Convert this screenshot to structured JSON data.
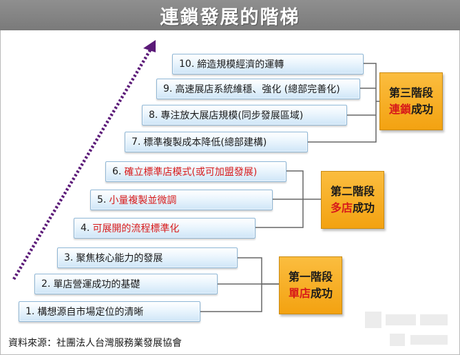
{
  "title": "連鎖發展的階梯",
  "steps": [
    {
      "num": "1.",
      "text": "構想源自市場定位的清晰",
      "color": "#1a1a1a"
    },
    {
      "num": "2.",
      "text": "單店營運成功的基礎",
      "color": "#1a1a1a"
    },
    {
      "num": "3.",
      "text": "聚焦核心能力的發展",
      "color": "#1a1a1a"
    },
    {
      "num": "4.",
      "text": "可展開的流程標準化",
      "color": "#d71a1a"
    },
    {
      "num": "5.",
      "text": "小量複製並微調",
      "color": "#d71a1a"
    },
    {
      "num": "6.",
      "text": "確立標準店模式(或可加盟發展)",
      "color": "#d71a1a"
    },
    {
      "num": "7.",
      "text": "標準複製成本降低(總部建構)",
      "color": "#1a1a1a"
    },
    {
      "num": "8.",
      "text": "專注放大展店規模(同步發展區域)",
      "color": "#1a1a1a"
    },
    {
      "num": "9.",
      "text": "高速展店系統維穩、強化 (總部完善化)",
      "color": "#1a1a1a"
    },
    {
      "num": "10.",
      "text": "締造規模經濟的運轉",
      "color": "#1a1a1a"
    }
  ],
  "stages": [
    {
      "line1": "第一階段",
      "accent": "單店",
      "suffix": "成功"
    },
    {
      "line1": "第二階段",
      "accent": "多店",
      "suffix": "成功"
    },
    {
      "line1": "第三階段",
      "accent": "連鎖",
      "suffix": "成功"
    }
  ],
  "source": "資料來源：社團法人台灣服務業發展協會",
  "colors": {
    "title_bar": "#808080",
    "step_border": "#8db6d6",
    "stage_fill": "#f6a91b",
    "arrow": "#5b1a78",
    "red_text": "#d71a1a",
    "connector": "#666666"
  }
}
